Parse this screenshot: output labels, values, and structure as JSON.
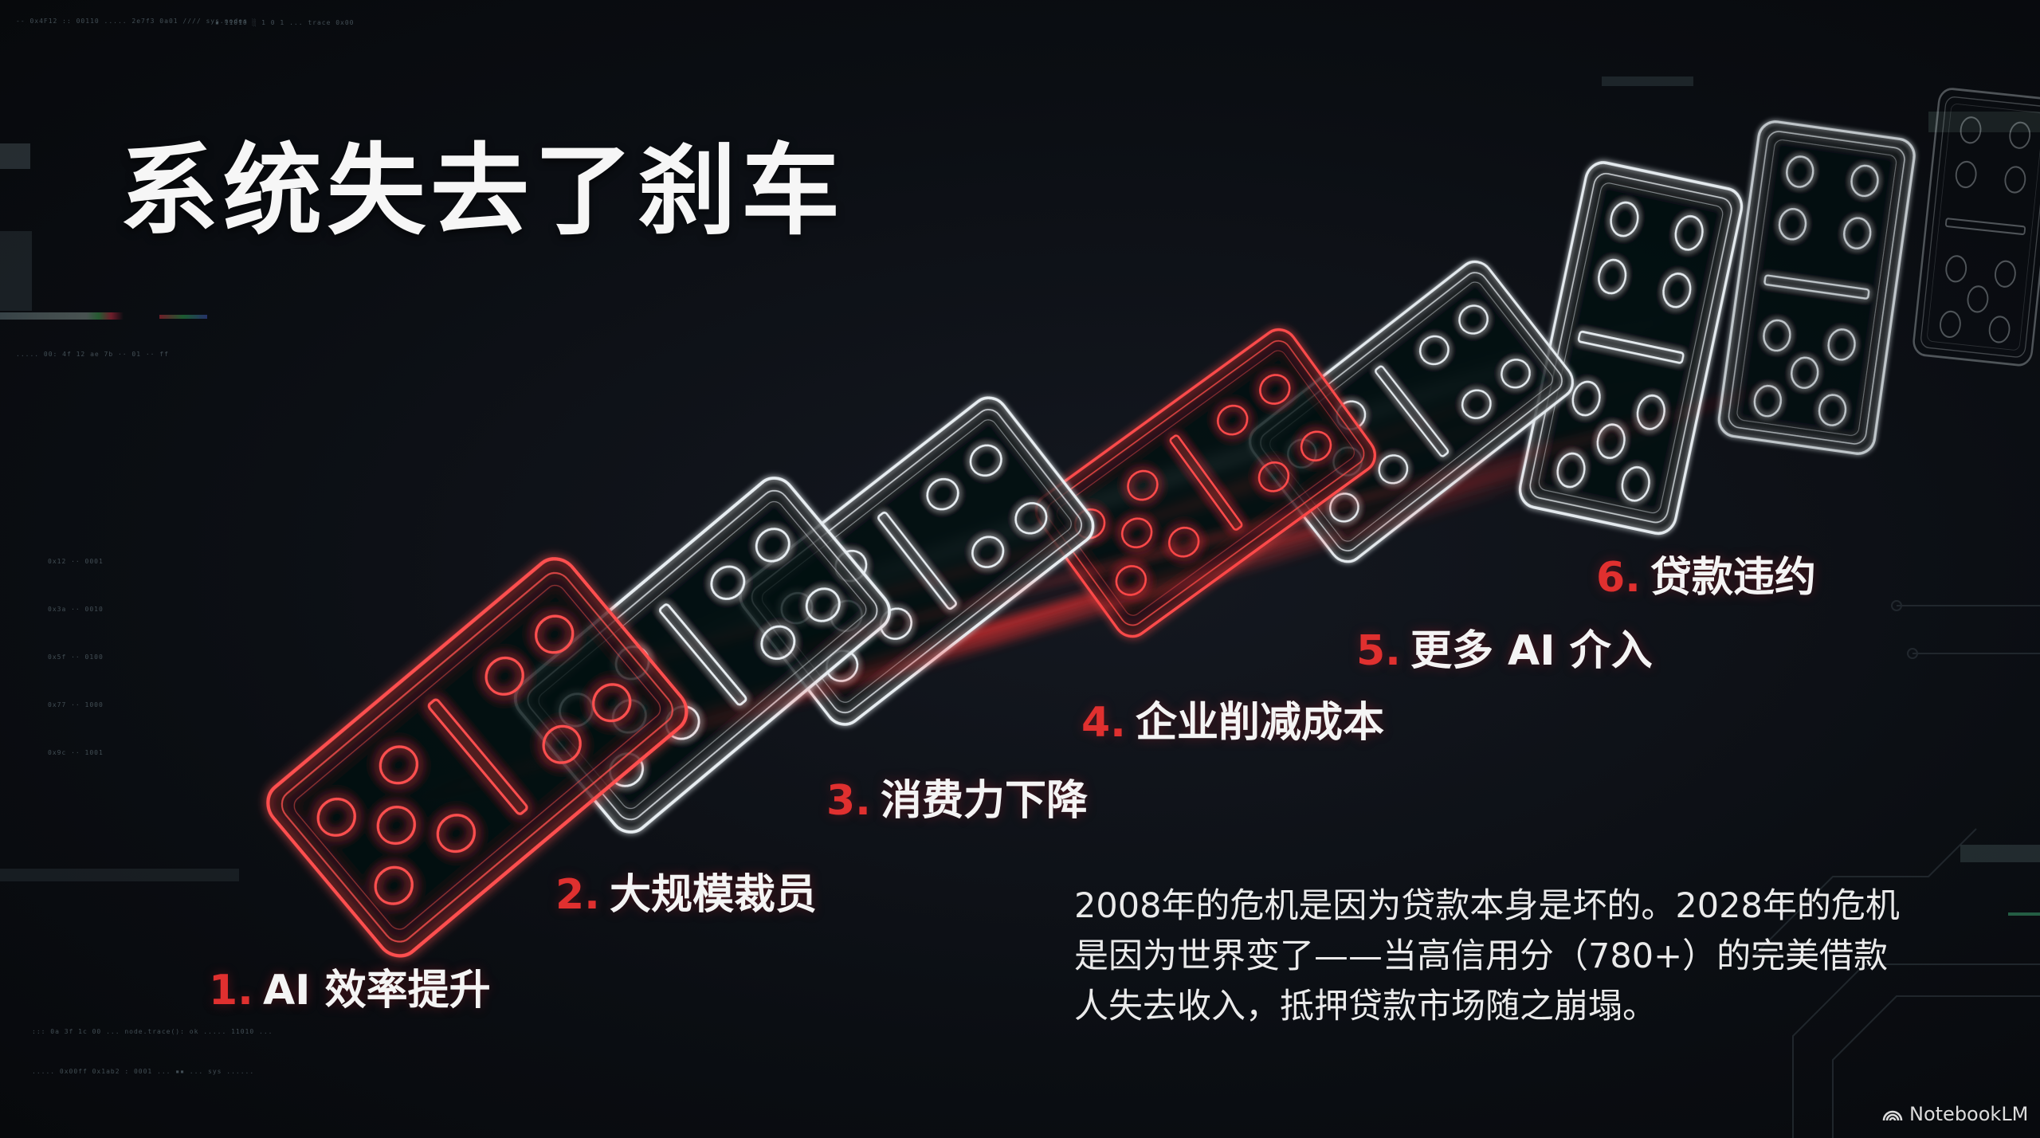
{
  "slide": {
    "title": "系统失去了刹车",
    "steps": [
      {
        "number": "1.",
        "label": "AI 效率提升",
        "state": "fallen",
        "color": "#e0302f"
      },
      {
        "number": "2.",
        "label": "大规模裁员",
        "state": "falling",
        "color": "#e0302f"
      },
      {
        "number": "3.",
        "label": "消费力下降",
        "state": "falling",
        "color": "#e0302f"
      },
      {
        "number": "4.",
        "label": "企业削减成本",
        "state": "falling",
        "color": "#e0302f"
      },
      {
        "number": "5.",
        "label": "更多 AI 介入",
        "state": "falling",
        "color": "#e0302f"
      },
      {
        "number": "6.",
        "label": "贷款违约",
        "state": "standing",
        "color": "#e0302f"
      }
    ],
    "caption_lines": [
      "2008年的危机是因为贷款本身是坏的。2028年的危机",
      "是因为世界变了——当高信用分（780+）的完美借款",
      "人失去收入，抵押贷款市场随之崩塌。"
    ]
  },
  "brand": {
    "icon": "notebooklm-logo-icon",
    "name": "NotebookLM"
  },
  "colors": {
    "background": "#0c0f14",
    "accent_red": "#e0302f",
    "text": "#f4f4f4",
    "wireframe_white": "#dfe6ea"
  }
}
